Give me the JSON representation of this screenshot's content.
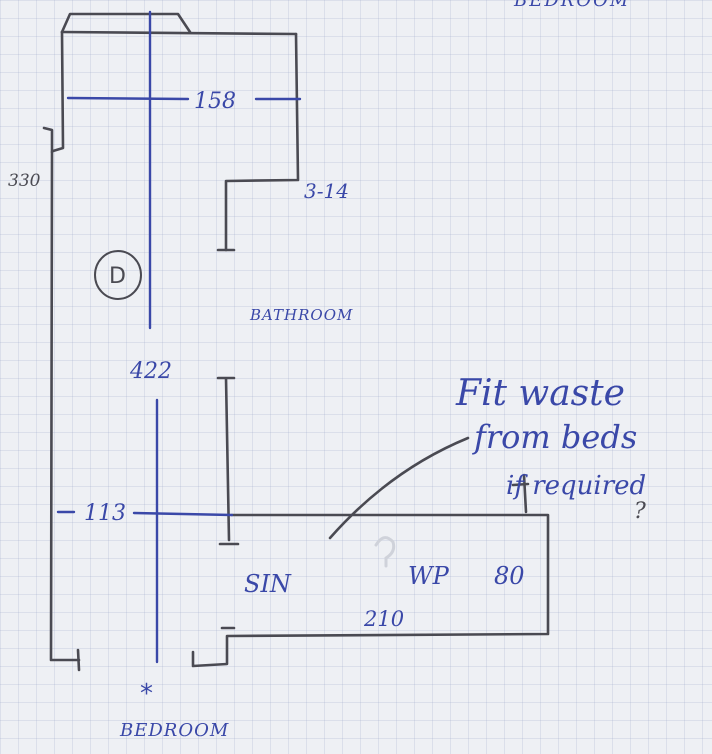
{
  "diagram": {
    "top_right_text": "BEDROOM",
    "dim_158": "158",
    "dim_330": "330",
    "dim_314": "3-14",
    "marker_d": "D",
    "bathroom_label": "BATHROOM",
    "dim_422": "422",
    "note_line1": "Fit waste",
    "note_line2": "from beds",
    "note_line3": "if required",
    "question_mark": "?",
    "dim_113": "113",
    "sin_label": "SIN",
    "wp_label": "WP",
    "dim_80": "80",
    "dim_210": "210",
    "asterisk": "*",
    "bedroom_label": "BEDROOM"
  },
  "colors": {
    "pencil": "#4a4a52",
    "ink": "#3a48a8",
    "paper": "#eef0f4",
    "grid": "#96a5c8"
  }
}
